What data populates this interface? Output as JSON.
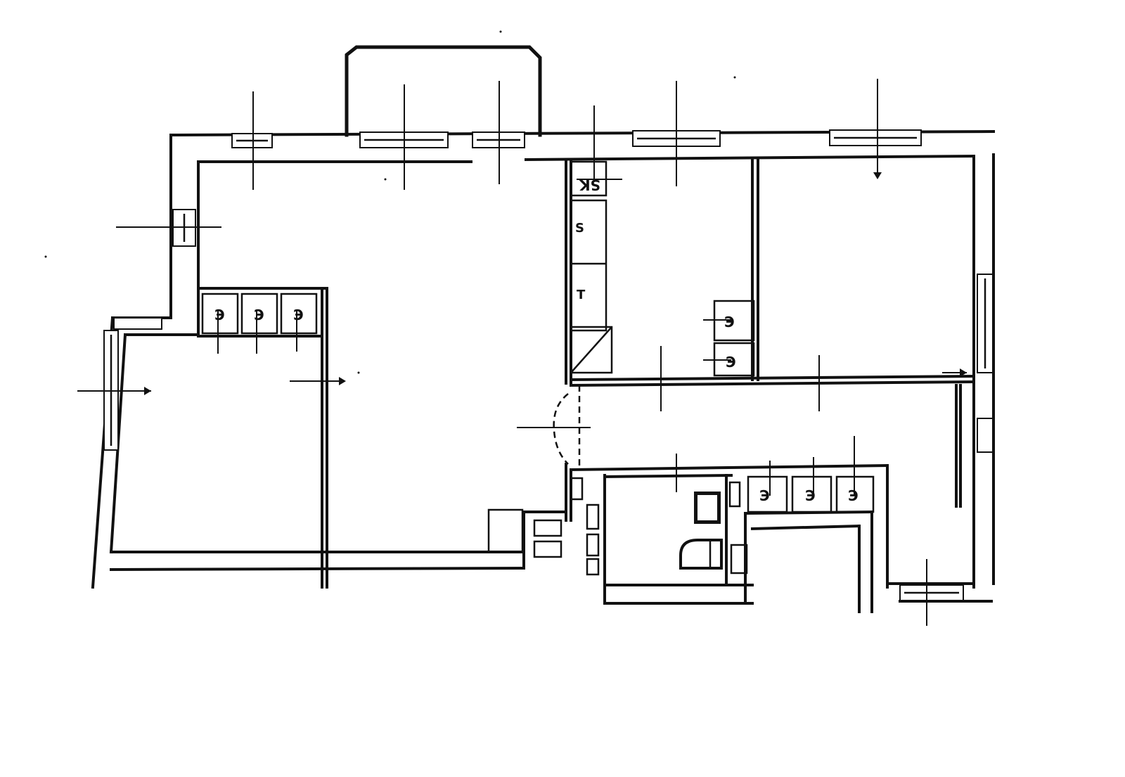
{
  "labels": {
    "sk_code": "SK",
    "cabinet_s": "S",
    "cabinet_t": "T"
  },
  "colors": {
    "ink": "#111111",
    "paper": "#ffffff"
  }
}
